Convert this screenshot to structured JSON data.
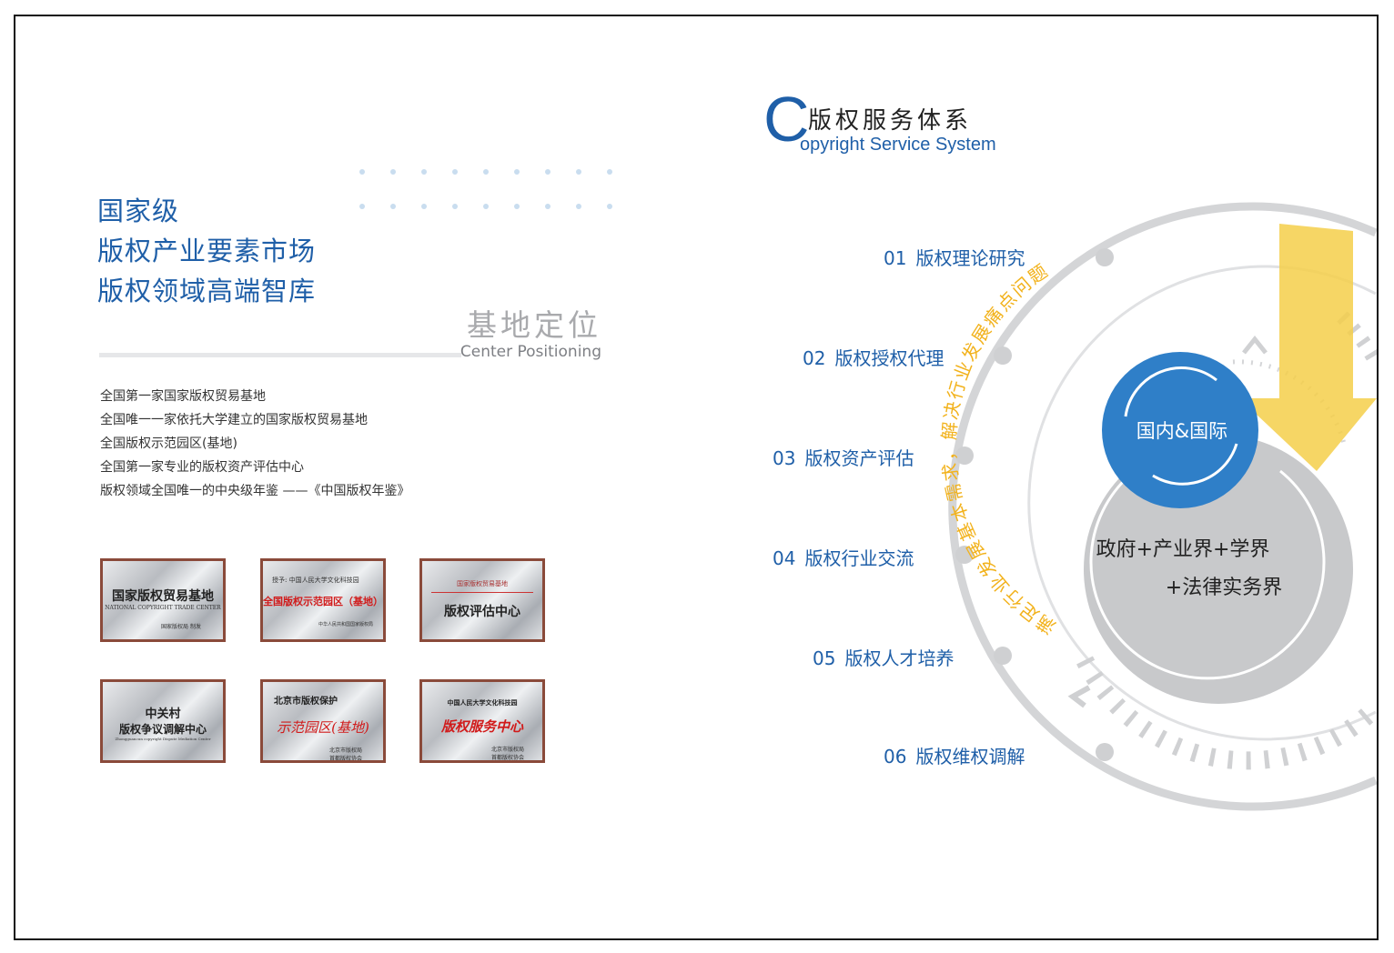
{
  "headline": [
    "国家级",
    "版权产业要素市场",
    "版权领域高端智库"
  ],
  "positioning": {
    "title": "基地定位",
    "subtitle": "Center Positioning"
  },
  "facts": [
    "全国第一家国家版权贸易基地",
    "全国唯一一家依托大学建立的国家版权贸易基地",
    "全国版权示范园区(基地)",
    "全国第一家专业的版权资产评估中心",
    "版权领域全国唯一的中央级年鉴 ——《中国版权年鉴》"
  ],
  "plaques": {
    "p1": {
      "title": "国家版权贸易基地",
      "sub": "NATIONAL COPYRIGHT TRADE CENTER",
      "foot": "国家版权局  制发"
    },
    "p2": {
      "top": "授予: 中国人民大学文化科技园",
      "title": "全国版权示范园区（基地）",
      "foot": "中华人民共和国国家版权局"
    },
    "p3": {
      "org": "国家版权贸易基地",
      "title": "版权评估中心"
    },
    "p4": {
      "line1": "中关村",
      "line2": "版权争议调解中心",
      "sub": "Zhongguancun copyright Dispute Mediation Center"
    },
    "p5": {
      "org": "北京市版权保护",
      "title": "示范园区(基地)",
      "foot1": "北京市版权局",
      "foot2": "首都版权协会"
    },
    "p6": {
      "org": "中国人民大学文化科技园",
      "title": "版权服务中心",
      "foot1": "北京市版权局",
      "foot2": "首都版权协会"
    }
  },
  "section": {
    "letter": "C",
    "title_cn": "版权服务体系",
    "title_en": "opyright Service System"
  },
  "services": [
    {
      "num": "01",
      "label": "版权理论研究"
    },
    {
      "num": "02",
      "label": "版权授权代理"
    },
    {
      "num": "03",
      "label": "版权资产评估"
    },
    {
      "num": "04",
      "label": "版权行业交流"
    },
    {
      "num": "05",
      "label": "版权人才培养"
    },
    {
      "num": "06",
      "label": "版权维权调解"
    }
  ],
  "diagram": {
    "arc_text": "满足行业发展基本需求，解决行业发展痛点问题",
    "inner": "国内&国际",
    "outer_line1": "政府+产业界+学界",
    "outer_line2": "+法律实务界"
  },
  "colors": {
    "blue": "#1f5fa8",
    "circle_blue": "#2f7fc8",
    "yellow": "#f2b21c",
    "gray": "#c8c9cb"
  }
}
